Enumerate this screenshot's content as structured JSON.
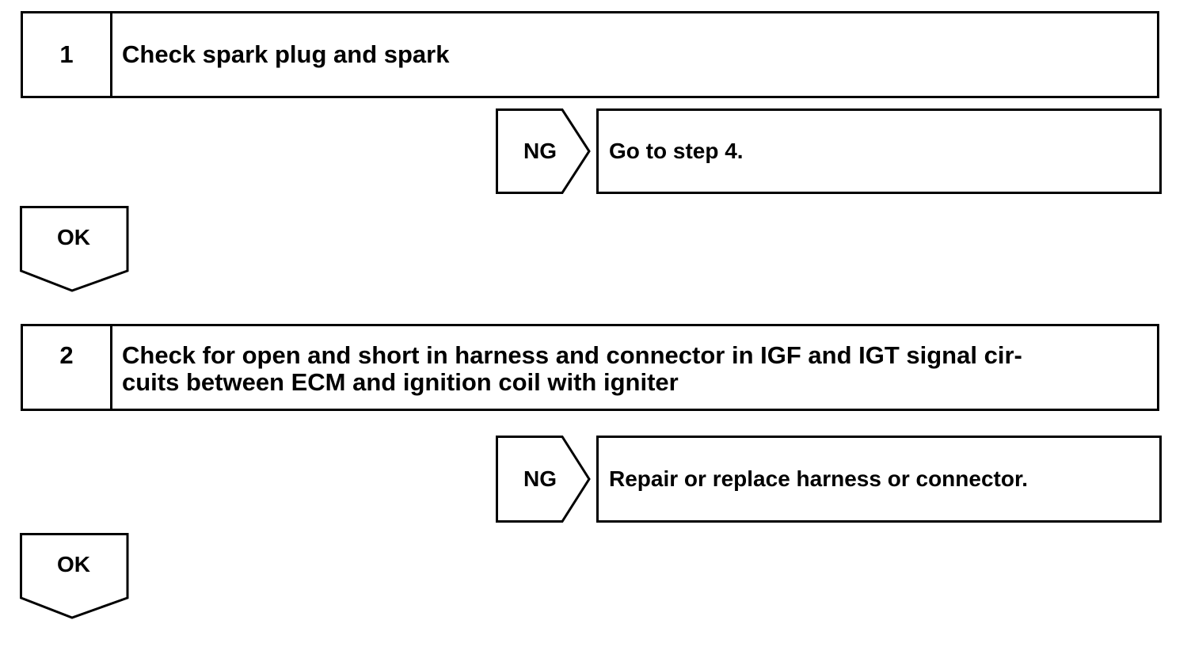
{
  "steps": [
    {
      "number": "1",
      "title": "Check spark plug and spark",
      "ng_label": "NG",
      "ng_result": "Go to step 4.",
      "ok_label": "OK"
    },
    {
      "number": "2",
      "title_lines": [
        "Check for open and short in harness and connector in IGF and IGT signal cir-",
        "cuits between ECM and ignition coil with igniter"
      ],
      "ng_label": "NG",
      "ng_result": "Repair or replace harness or connector.",
      "ok_label": "OK"
    }
  ]
}
